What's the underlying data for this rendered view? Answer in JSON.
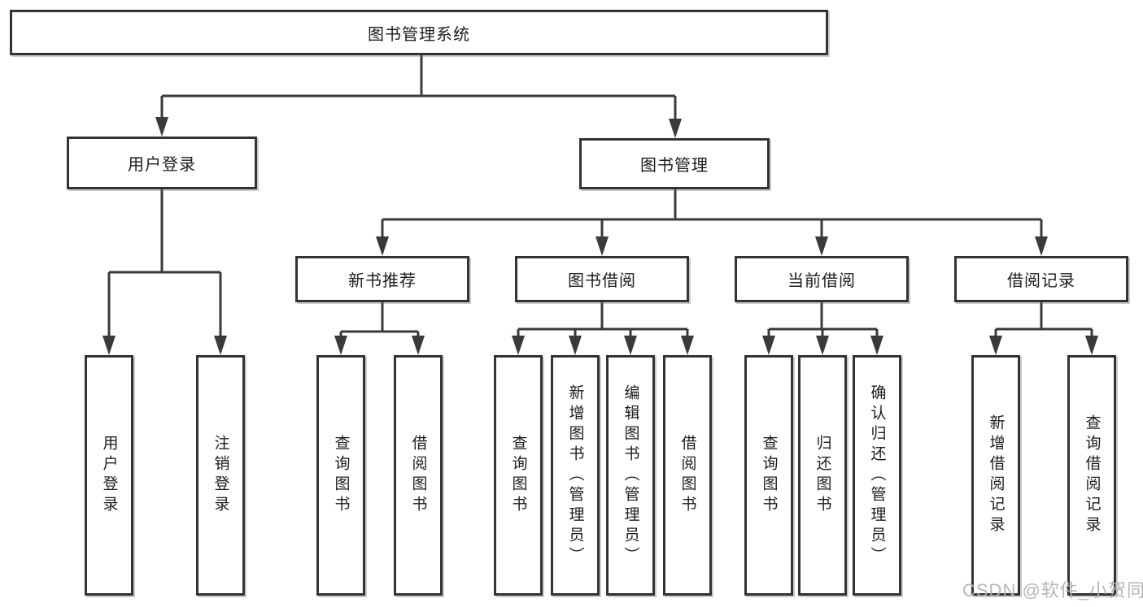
{
  "diagram": {
    "root": {
      "label": "图书管理系统"
    },
    "user_login": {
      "label": "用户登录",
      "children": [
        {
          "label": "用户登录"
        },
        {
          "label": "注销登录"
        }
      ]
    },
    "book_management": {
      "label": "图书管理",
      "modules": [
        {
          "label": "新书推荐",
          "children": [
            {
              "label": "查询图书"
            },
            {
              "label": "借阅图书"
            }
          ]
        },
        {
          "label": "图书借阅",
          "children": [
            {
              "label": "查询图书"
            },
            {
              "label": "新增图书（管理员）"
            },
            {
              "label": "编辑图书（管理员）"
            },
            {
              "label": "借阅图书"
            }
          ]
        },
        {
          "label": "当前借阅",
          "children": [
            {
              "label": "查询图书"
            },
            {
              "label": "归还图书"
            },
            {
              "label": "确认归还（管理员）"
            }
          ]
        },
        {
          "label": "借阅记录",
          "children": [
            {
              "label": "新增借阅记录"
            },
            {
              "label": "查询借阅记录"
            }
          ]
        }
      ]
    }
  },
  "watermark": {
    "text": "CSDN @软件_小贺同学"
  },
  "colors": {
    "line": "#3a3a3a",
    "box_border": "#333333",
    "text": "#1c1c1c",
    "watermark": "#b2b2b2",
    "background": "#ffffff"
  }
}
